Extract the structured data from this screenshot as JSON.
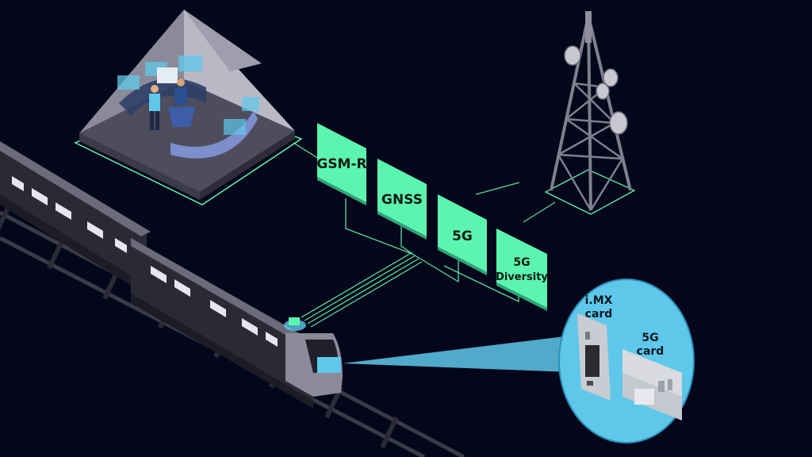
{
  "panels": [
    {
      "label": "GSM-R"
    },
    {
      "label": "GNSS"
    },
    {
      "label": "5G"
    },
    {
      "label_line1": "5G",
      "label_line2": "Diversity"
    }
  ],
  "callout": {
    "imx_line1": "i.MX",
    "imx_line2": "card",
    "fiveg_line1": "5G",
    "fiveg_line2": "card"
  },
  "colors": {
    "background": "#05061a",
    "accent_green": "#5cf5b0",
    "callout_blue": "#5fc8ea",
    "structure_grey": "#6f6f7e"
  }
}
